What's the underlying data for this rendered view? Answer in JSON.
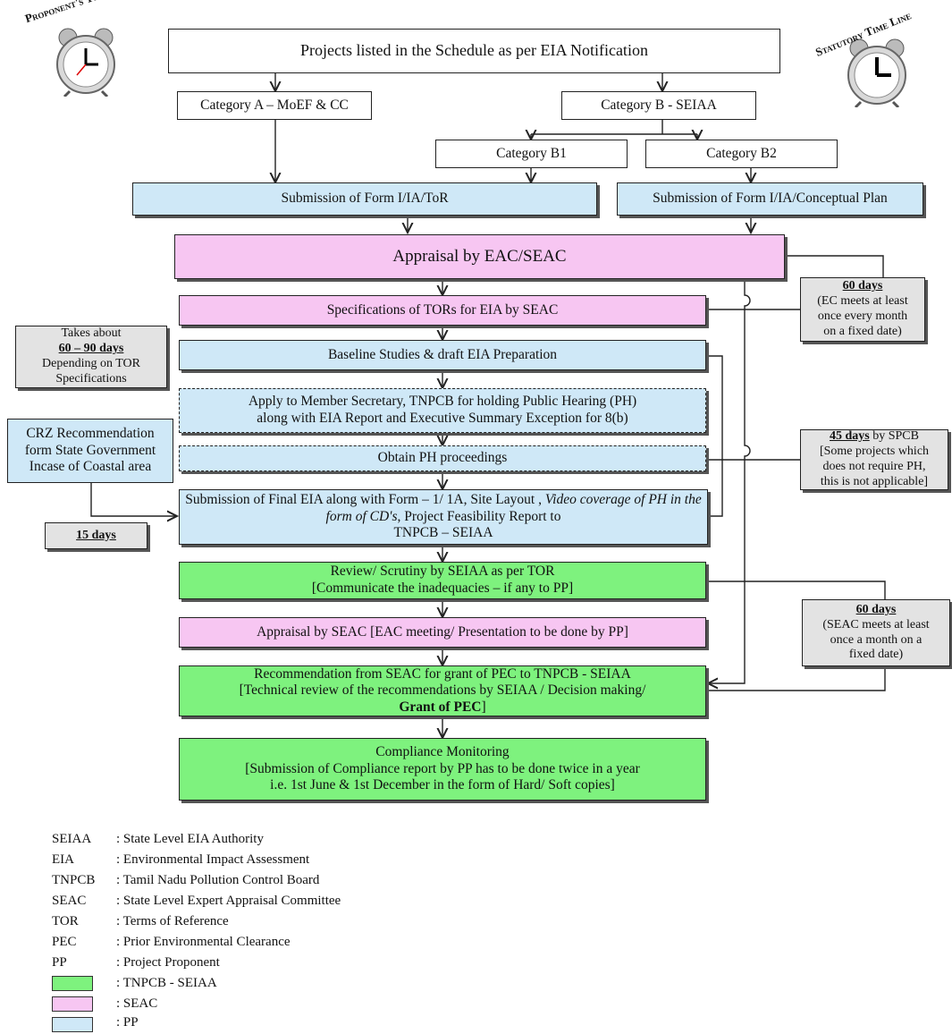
{
  "clocks": {
    "left_title": "Proponent's Time Line",
    "right_title": "Statutory Time Line"
  },
  "flow": {
    "top": "Projects listed in the Schedule as per EIA Notification",
    "cat_a": "Category A – MoEF & CC",
    "cat_b": "Category B - SEIAA",
    "cat_b1": "Category B1",
    "cat_b2": "Category B2",
    "submission_tor": "Submission of Form I/IA/ToR",
    "submission_conceptual": "Submission of Form I/IA/Conceptual Plan",
    "appraisal": "Appraisal by EAC/SEAC",
    "specifications": "Specifications of TORs for EIA by SEAC",
    "baseline": "Baseline Studies & draft EIA Preparation",
    "apply_line1": "Apply to Member Secretary, TNPCB for holding Public Hearing (PH)",
    "apply_line2": "along with EIA Report and Executive Summary Exception for 8(b)",
    "obtain_ph": "Obtain PH proceedings",
    "final_line1": "Submission of Final EIA along with Form – 1/ 1A, Site Layout ,",
    "final_italic": "Video coverage of  PH in the form of CD's",
    "final_line2b": ", Project Feasibility Report to",
    "final_line3": "TNPCB – SEIAA",
    "review_line1": "Review/ Scrutiny by SEIAA as per TOR",
    "review_line2": "[Communicate the inadequacies – if any to PP]",
    "appraisal_seac": "Appraisal by SEAC [EAC meeting/ Presentation to be done by PP]",
    "recommend_line1": "Recommendation from SEAC  for grant of PEC to TNPCB - SEIAA",
    "recommend_line2": "[Technical review of the recommendations by SEIAA / Decision making/",
    "recommend_bold": "Grant of PEC",
    "recommend_end": "]",
    "compliance_title": "Compliance Monitoring",
    "compliance_line2": "[Submission of Compliance report by PP has to be done twice in a year",
    "compliance_line3": "i.e. 1st June & 1st December in the form of Hard/ Soft copies]"
  },
  "side_notes": {
    "takes_about": "Takes about",
    "days_60_90": "60 – 90 days",
    "depending": "Depending on TOR",
    "specs": "Specifications",
    "crz_line1": "CRZ Recommendation",
    "crz_line2": "form State Government",
    "crz_line3": "Incase of Coastal area",
    "days_15": "15 days",
    "ec_days": "60 days",
    "ec_line1": "(EC meets at least",
    "ec_line2": "once every  month",
    "ec_line3": "on a fixed date)",
    "spcb_days": "45 days",
    "spcb_by": " by SPCB",
    "spcb_line1": "[Some projects which",
    "spcb_line2": "does not require PH,",
    "spcb_line3": "this is not applicable]",
    "seac_days": "60 days",
    "seac_line1": "(SEAC meets at least",
    "seac_line2": "once a month on a",
    "seac_line3": "fixed date)"
  },
  "legend": [
    {
      "abbr": "SEIAA",
      "def": ": State Level EIA Authority"
    },
    {
      "abbr": "EIA",
      "def": ": Environmental Impact Assessment"
    },
    {
      "abbr": "TNPCB",
      "def": ": Tamil Nadu Pollution Control Board"
    },
    {
      "abbr": "SEAC",
      "def": ": State Level Expert Appraisal Committee"
    },
    {
      "abbr": "TOR",
      "def": ": Terms of Reference"
    },
    {
      "abbr": "PEC",
      "def": ": Prior Environmental Clearance"
    },
    {
      "abbr": "PP",
      "def": ": Project Proponent"
    }
  ],
  "color_legend": [
    {
      "color": "#7ef27e",
      "def": ": TNPCB - SEIAA"
    },
    {
      "color": "#f7c6f2",
      "def": ": SEAC"
    },
    {
      "color": "#cfe8f7",
      "def": ": PP"
    }
  ]
}
